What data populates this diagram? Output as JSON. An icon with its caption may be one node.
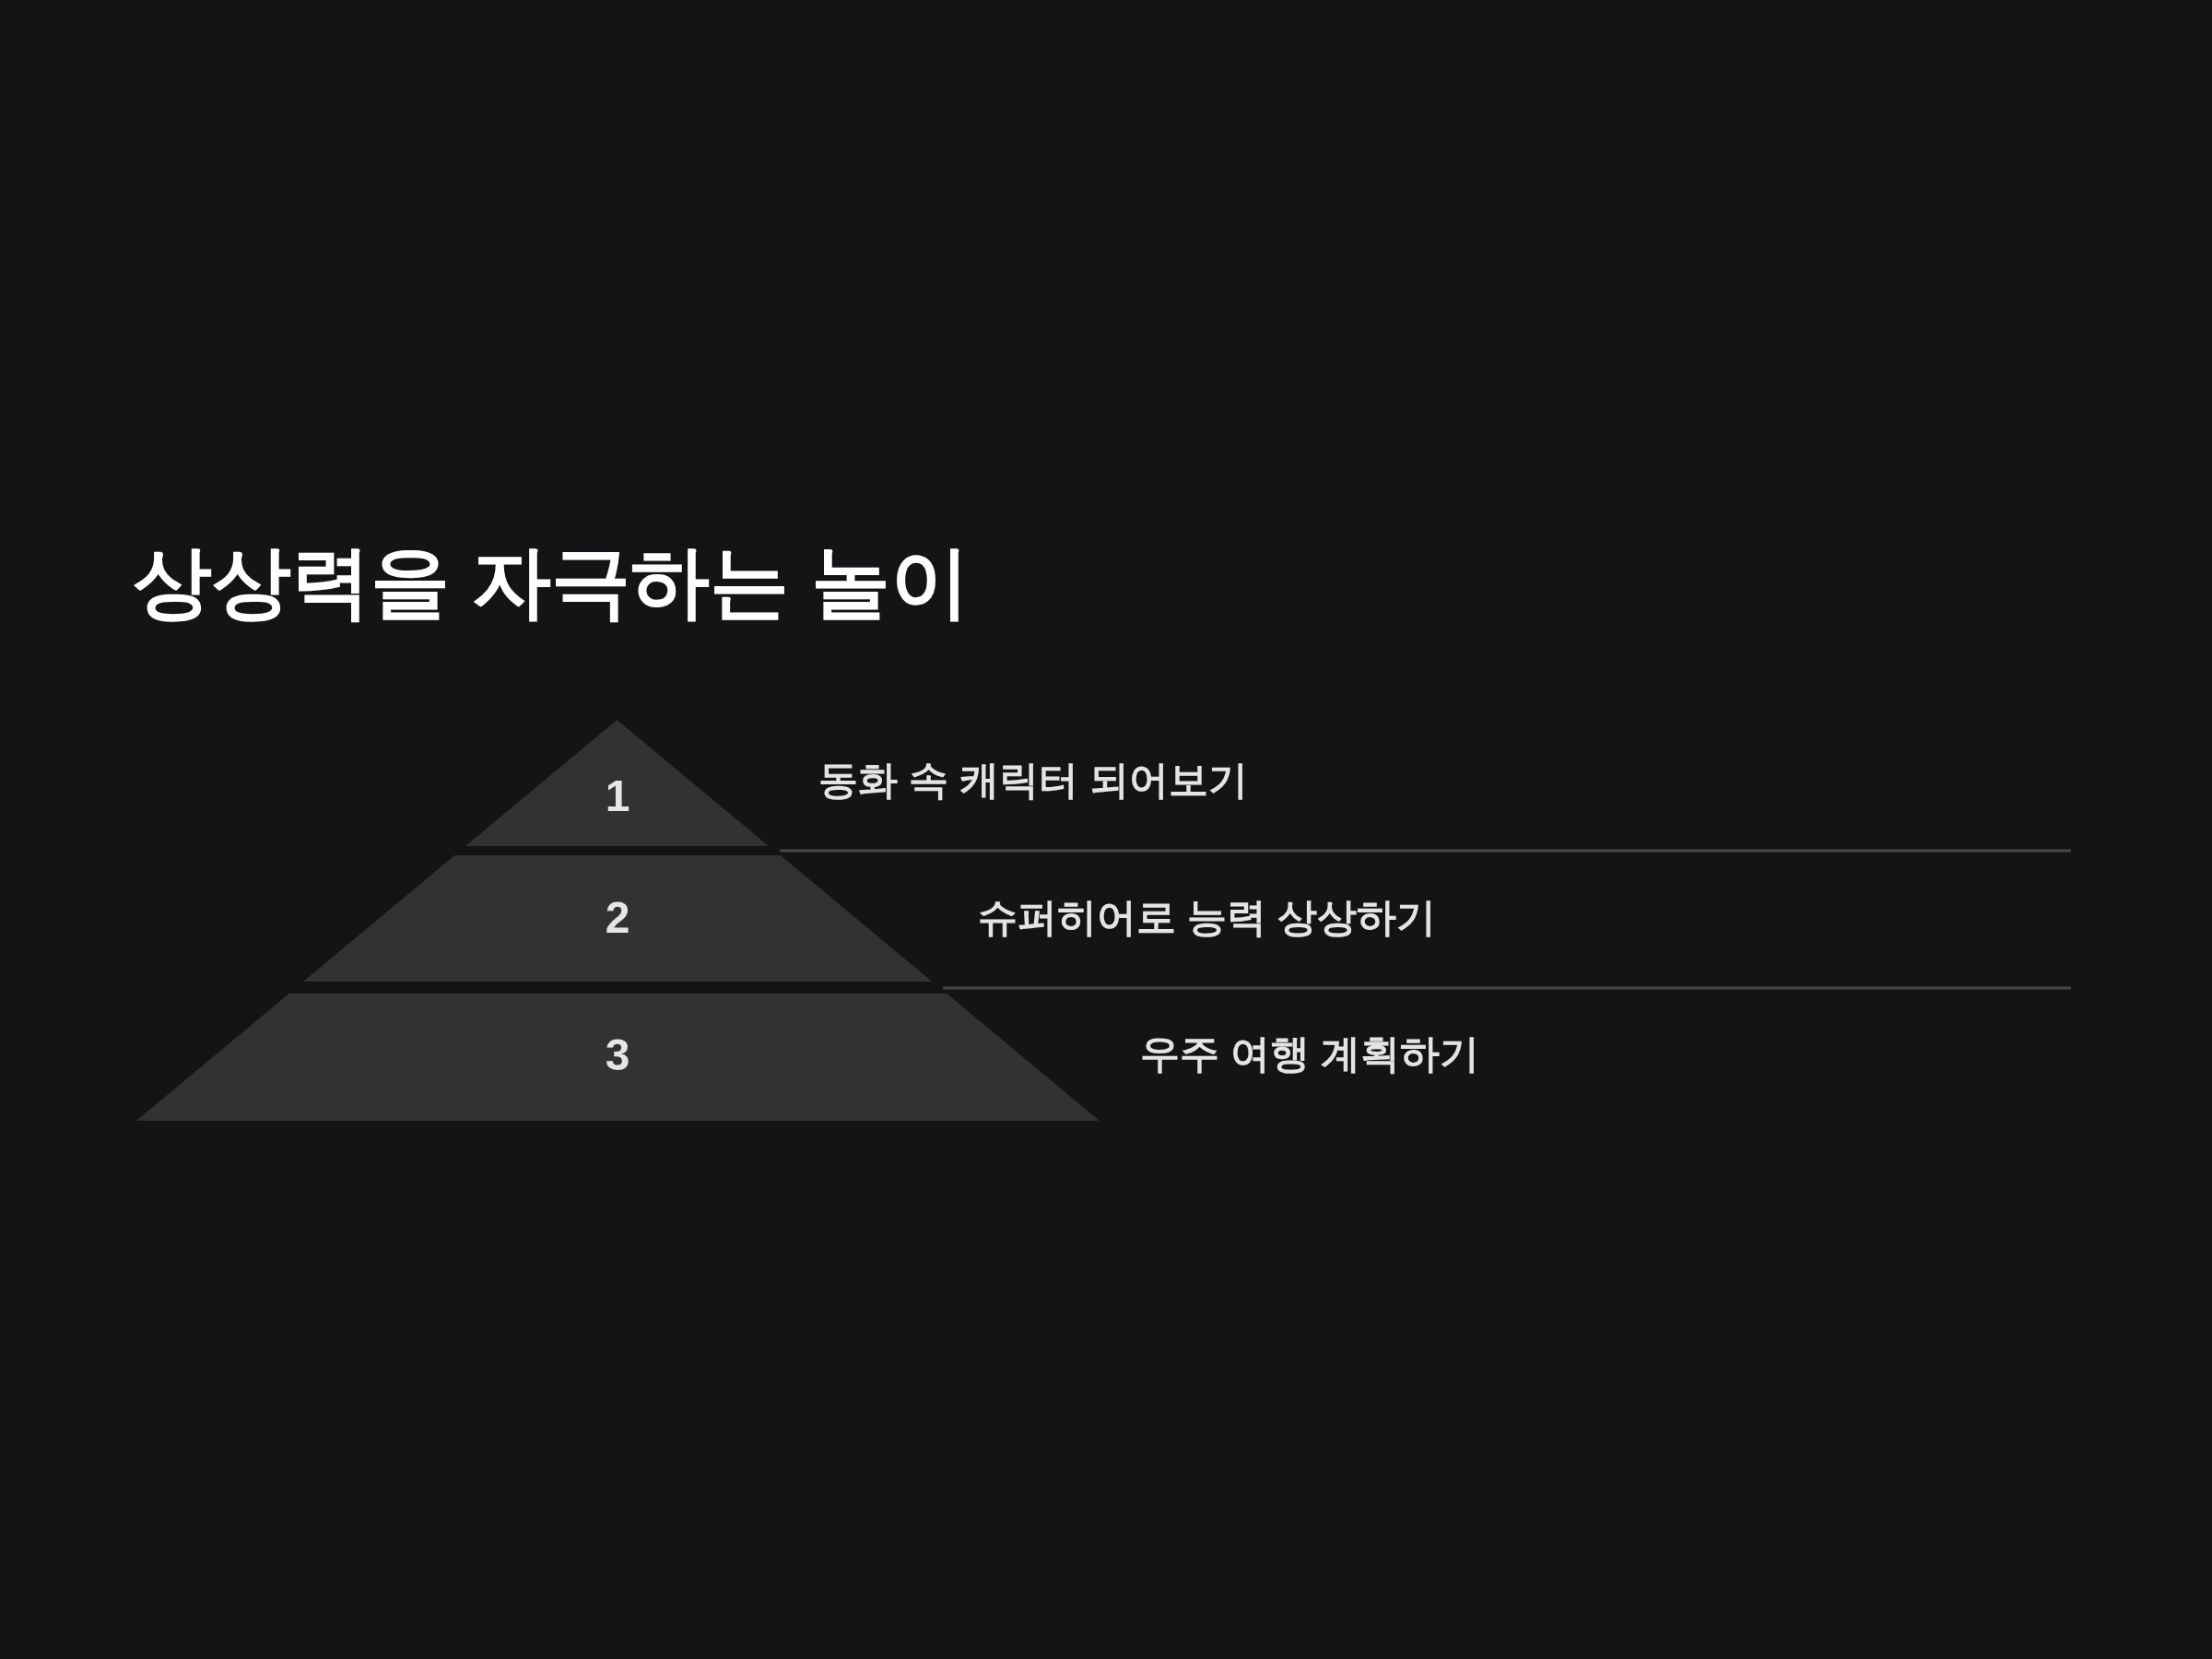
{
  "diagram": {
    "title": "상상력을 자극하는 놀이",
    "nodes": [
      {
        "text": [
          "1"
        ],
        "beside": [
          "동화 속 캐릭터 되어보기"
        ]
      },
      {
        "text": [
          "2"
        ],
        "beside": [
          "슈퍼히어로 능력 상상하기"
        ]
      },
      {
        "text": [
          "3"
        ],
        "beside": [
          "우주 여행 계획하기"
        ]
      }
    ]
  }
}
